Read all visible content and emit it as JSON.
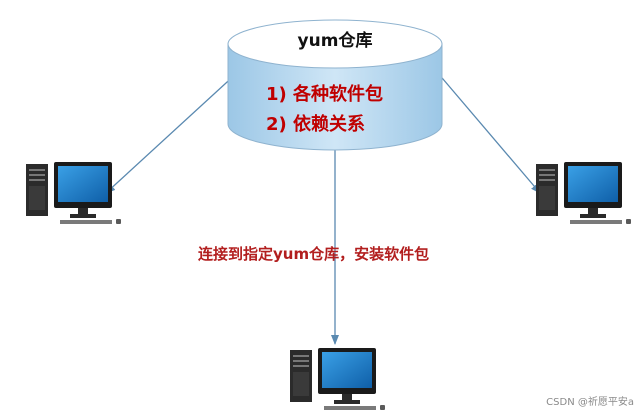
{
  "repository": {
    "title": "yum仓库",
    "items": [
      "1) 各种软件包",
      "2)  依赖关系"
    ]
  },
  "connection_label": "连接到指定yum仓库，安装软件包",
  "watermark": "CSDN @祈愿平安a",
  "colors": {
    "cylinder_body": "#b8d8ef",
    "cylinder_top": "#ffffff",
    "item_text": "#c00000",
    "label_text": "#b21e1e",
    "arrow": "#5a89b0",
    "monitor_screen": "#1d7fc7"
  },
  "icons": [
    "computer-icon"
  ]
}
